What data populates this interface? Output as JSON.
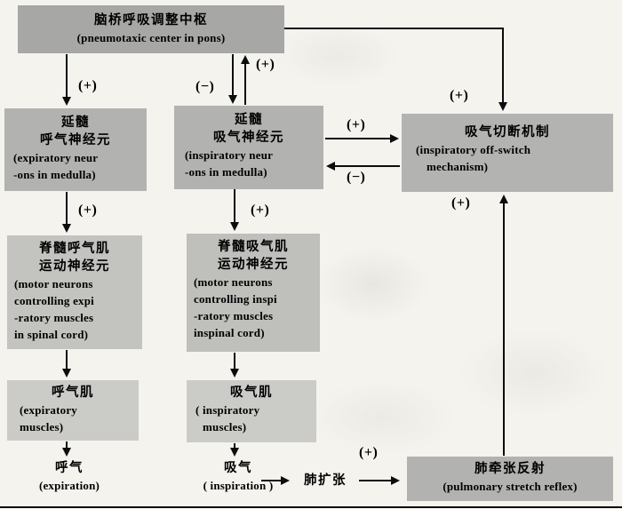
{
  "palette": {
    "background": "#f5f3ee",
    "box_dark": "#a7a7a5",
    "box_mid": "#b2b2b0",
    "box_light": "#c3c3c0",
    "box_lighter": "#cbcbc8",
    "line": "#0c0c0c",
    "text": "#000000"
  },
  "boxes": {
    "pons": {
      "lines": [
        "脑桥呼吸调整中枢",
        "(pneumotaxic center in pons)"
      ]
    },
    "exp_neurons": {
      "lines": [
        "延髓",
        "呼气神经元",
        "(expiratory neur",
        "-ons in medulla)"
      ]
    },
    "insp_neurons": {
      "lines": [
        "延髓",
        "吸气神经元",
        "(inspiratory neur",
        "-ons in medulla)"
      ]
    },
    "off_switch": {
      "lines": [
        "吸气切断机制",
        "(inspiratory off-switch",
        "mechanism)"
      ]
    },
    "exp_motor": {
      "lines": [
        "脊髓呼气肌",
        "运动神经元",
        "(motor neurons",
        "controlling expi",
        "-ratory muscles",
        "in spinal cord)"
      ]
    },
    "insp_motor": {
      "lines": [
        "脊髓吸气肌",
        "运动神经元",
        "(motor neurons",
        "controlling inspi",
        "-ratory muscles",
        "inspinal cord)"
      ]
    },
    "exp_muscles": {
      "lines": [
        "呼气肌",
        "(expiratory",
        "muscles)"
      ]
    },
    "insp_muscles": {
      "lines": [
        "吸气肌",
        "( inspiratory",
        "muscles)"
      ]
    },
    "stretch_reflex": {
      "lines": [
        "肺牵张反射",
        "(pulmonary stretch reflex)"
      ]
    }
  },
  "terminals": {
    "expiration": {
      "lines": [
        "呼气",
        "(expiration)"
      ]
    },
    "inspiration": {
      "lines": [
        "吸气",
        "( inspiration )"
      ]
    },
    "lung_expansion": "肺扩张"
  },
  "signs": {
    "plus": "(+)",
    "minus": "(−)"
  },
  "edges": [
    {
      "from": "pneumotaxic_center",
      "to": "expiratory_neurons",
      "sign": "(+)"
    },
    {
      "from": "pneumotaxic_center",
      "to": "inspiratory_neurons",
      "sign": "(−)"
    },
    {
      "from": "inspiratory_neurons",
      "to": "pneumotaxic_center",
      "sign": "(+)"
    },
    {
      "from": "pneumotaxic_center",
      "to": "inspiratory_off_switch",
      "sign": "(+)"
    },
    {
      "from": "inspiratory_neurons",
      "to": "inspiratory_off_switch",
      "sign": "(+)"
    },
    {
      "from": "inspiratory_off_switch",
      "to": "inspiratory_neurons",
      "sign": "(−)"
    },
    {
      "from": "expiratory_neurons",
      "to": "expiratory_motor_neurons",
      "sign": "(+)"
    },
    {
      "from": "inspiratory_neurons",
      "to": "inspiratory_motor_neurons",
      "sign": "(+)"
    },
    {
      "from": "expiratory_motor_neurons",
      "to": "expiratory_muscles",
      "sign": ""
    },
    {
      "from": "inspiratory_motor_neurons",
      "to": "inspiratory_muscles",
      "sign": ""
    },
    {
      "from": "expiratory_muscles",
      "to": "expiration",
      "sign": ""
    },
    {
      "from": "inspiratory_muscles",
      "to": "inspiration",
      "sign": ""
    },
    {
      "from": "inspiration",
      "to": "lung_expansion",
      "sign": ""
    },
    {
      "from": "lung_expansion",
      "to": "pulmonary_stretch_reflex",
      "sign": "(+)"
    },
    {
      "from": "pulmonary_stretch_reflex",
      "to": "inspiratory_off_switch",
      "sign": "(+)"
    }
  ]
}
